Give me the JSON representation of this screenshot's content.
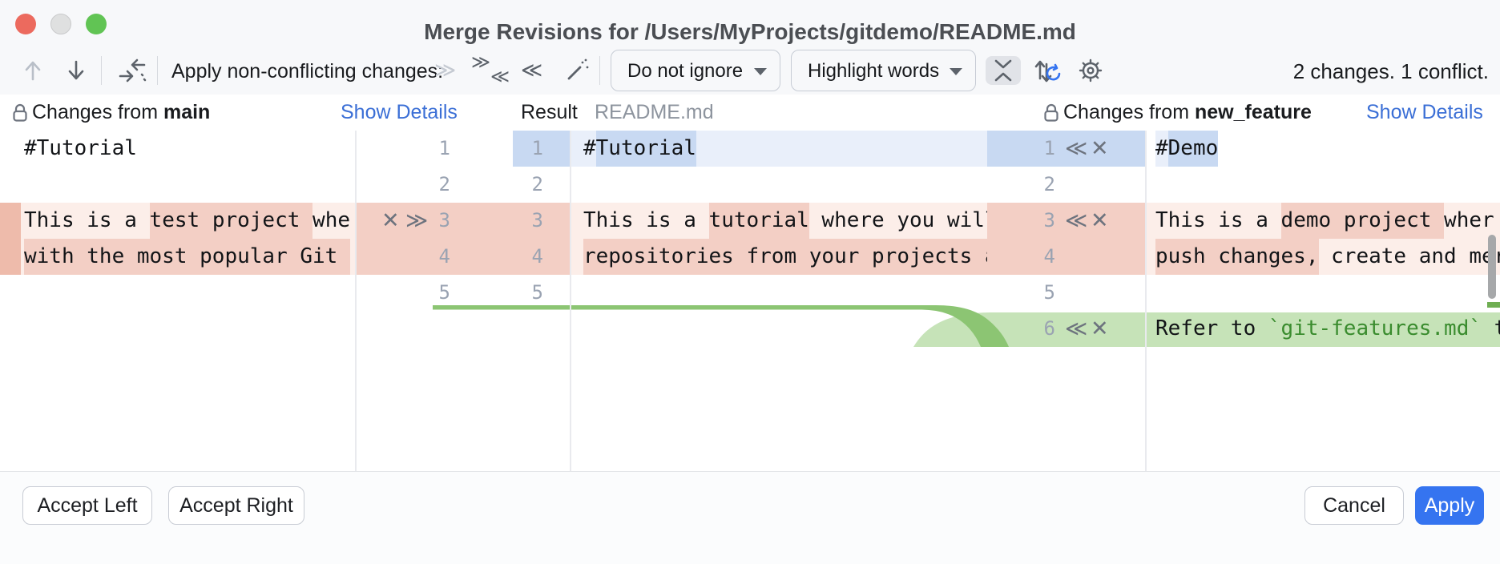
{
  "window": {
    "title": "Merge Revisions for /Users/MyProjects/gitdemo/README.md"
  },
  "toolbar": {
    "apply_label": "Apply non-conflicting changes:",
    "ignore_dropdown": "Do not ignore",
    "highlight_dropdown": "Highlight words",
    "status": "2 changes. 1 conflict."
  },
  "headers": {
    "left_prefix": "Changes from ",
    "left_branch": "main",
    "left_link": "Show Details",
    "result_label": "Result",
    "result_file": "README.md",
    "right_prefix": "Changes from ",
    "right_branch": "new_feature",
    "right_link": "Show Details"
  },
  "gutter": {
    "left_numbers": [
      "1",
      "2",
      "3",
      "4",
      "5"
    ],
    "middle_numbers": [
      "1",
      "2",
      "3",
      "4",
      "5"
    ],
    "right_numbers": [
      "1",
      "2",
      "3",
      "4",
      "5",
      "6"
    ]
  },
  "glyphs": {
    "close": "✕",
    "apply_right": "≫",
    "apply_left": "≪",
    "double_right_disabled": "≫",
    "double_right": "≫",
    "double_left": "≪"
  },
  "code": {
    "left": {
      "l1": "#Tutorial",
      "l3_pre": "This is a ",
      "l3_hl": "test project ",
      "l3_post": "whe",
      "l4_hl": "with the most popular Git "
    },
    "middle": {
      "l1_pre": "#",
      "l1_hl": "Tutorial",
      "l3_pre": "This is a ",
      "l3_hl": "tutorial",
      "l3_post": " where you will",
      "l4_hl": "repositories from your projects a"
    },
    "right": {
      "l1_pre": "#",
      "l1_hl": "Demo",
      "l3_pre": "This is a ",
      "l3_hl": "demo project ",
      "l3_post": "wher",
      "l4_hl": "push changes,",
      "l4_post": " create and mer",
      "l6_pre": "Refer to ",
      "l6_code": "`git-features.md`",
      "l6_post": " t"
    }
  },
  "footer": {
    "accept_left": "Accept Left",
    "accept_right": "Accept Right",
    "cancel": "Cancel",
    "apply": "Apply"
  },
  "colors": {
    "link_blue": "#3b6fd6",
    "primary_blue": "#3574f0",
    "conflict_line": "#fceee9",
    "conflict_word": "#f3cfc5",
    "change_line": "#e9effa",
    "change_word": "#c8d9f2",
    "insert_band": "#c6e3b8",
    "insert_line": "#8cc573",
    "code_green": "#3a8c2e"
  }
}
